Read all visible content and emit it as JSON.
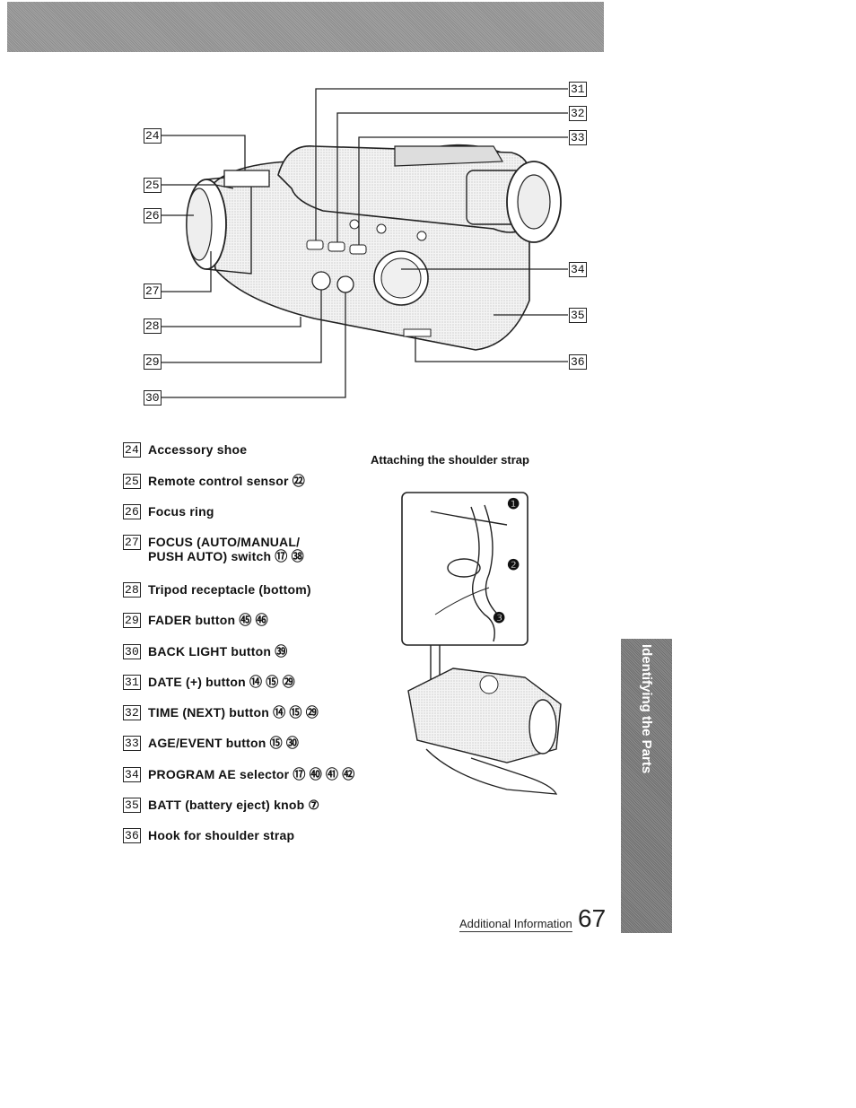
{
  "diagram": {
    "callouts_left": [
      "24",
      "25",
      "26",
      "27",
      "28",
      "29",
      "30"
    ],
    "callouts_right": [
      "31",
      "32",
      "33",
      "34",
      "35",
      "36"
    ]
  },
  "parts": [
    {
      "num": "24",
      "label": "Accessory shoe"
    },
    {
      "num": "25",
      "label": "Remote control sensor ㉒"
    },
    {
      "num": "26",
      "label": "Focus ring"
    },
    {
      "num": "27",
      "label": "FOCUS (AUTO/MANUAL/\nPUSH AUTO) switch ⑰ ㊳"
    },
    {
      "num": "28",
      "label": "Tripod receptacle (bottom)"
    },
    {
      "num": "29",
      "label": "FADER button ㊺ ㊻"
    },
    {
      "num": "30",
      "label": "BACK LIGHT button ㊴"
    },
    {
      "num": "31",
      "label": "DATE (+) button ⑭ ⑮ ㉙"
    },
    {
      "num": "32",
      "label": "TIME (NEXT) button ⑭ ⑮ ㉙"
    },
    {
      "num": "33",
      "label": "AGE/EVENT button ⑮ ㉚"
    },
    {
      "num": "34",
      "label": "PROGRAM AE selector ⑰ ㊵ ㊶ ㊷"
    },
    {
      "num": "35",
      "label": "BATT (battery eject) knob ⑦"
    },
    {
      "num": "36",
      "label": "Hook for shoulder strap"
    }
  ],
  "strap": {
    "title": "Attaching the shoulder strap",
    "steps": [
      "❶",
      "❷",
      "❸"
    ]
  },
  "side_tab": "Identifying the Parts",
  "footer": {
    "section": "Additional Information",
    "page": "67"
  }
}
